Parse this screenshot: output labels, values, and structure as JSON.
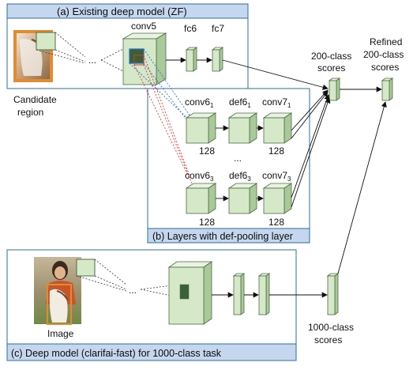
{
  "panels": {
    "a_title": "(a) Existing deep model (ZF)",
    "b_title": "(b) Layers with def-pooling layer",
    "c_title": "(c) Deep model (clarifai-fast) for 1000-class task"
  },
  "labels": {
    "conv5": "conv5",
    "fc6": "fc6",
    "fc7": "fc7",
    "candidate_line1": "Candidate",
    "candidate_line2": "region",
    "scores200_line1": "200-class",
    "scores200_line2": "scores",
    "refined_line1": "Refined",
    "refined_line2": "200-class",
    "refined_line3": "scores",
    "conv6_1_base": "conv6",
    "conv6_1_sub": "1",
    "def6_1_base": "def6",
    "def6_1_sub": "1",
    "conv7_1_base": "conv7",
    "conv7_1_sub": "1",
    "conv6_3_base": "conv6",
    "conv6_3_sub": "3",
    "def6_3_base": "def6",
    "def6_3_sub": "3",
    "conv7_3_base": "conv7",
    "conv7_3_sub": "3",
    "n128_a": "128",
    "n128_b": "128",
    "n128_c": "128",
    "n128_d": "128",
    "vdots": "...",
    "hdots_a": "...",
    "hdots_c": "...",
    "image": "Image",
    "scores1000_line1": "1000-class",
    "scores1000_line2": "scores"
  },
  "colors": {
    "panel_border": "#2e6e96",
    "panel_title_bg": "#c5d7ee",
    "block_face": "#d5e8c8",
    "block_side": "#a9c99a",
    "block_top": "#e9f3e1",
    "block_edge": "#4d6b45",
    "candidate_box": "#e58a2e",
    "blue_lines": "#2f6fd6",
    "red_lines": "#d63a3a"
  }
}
